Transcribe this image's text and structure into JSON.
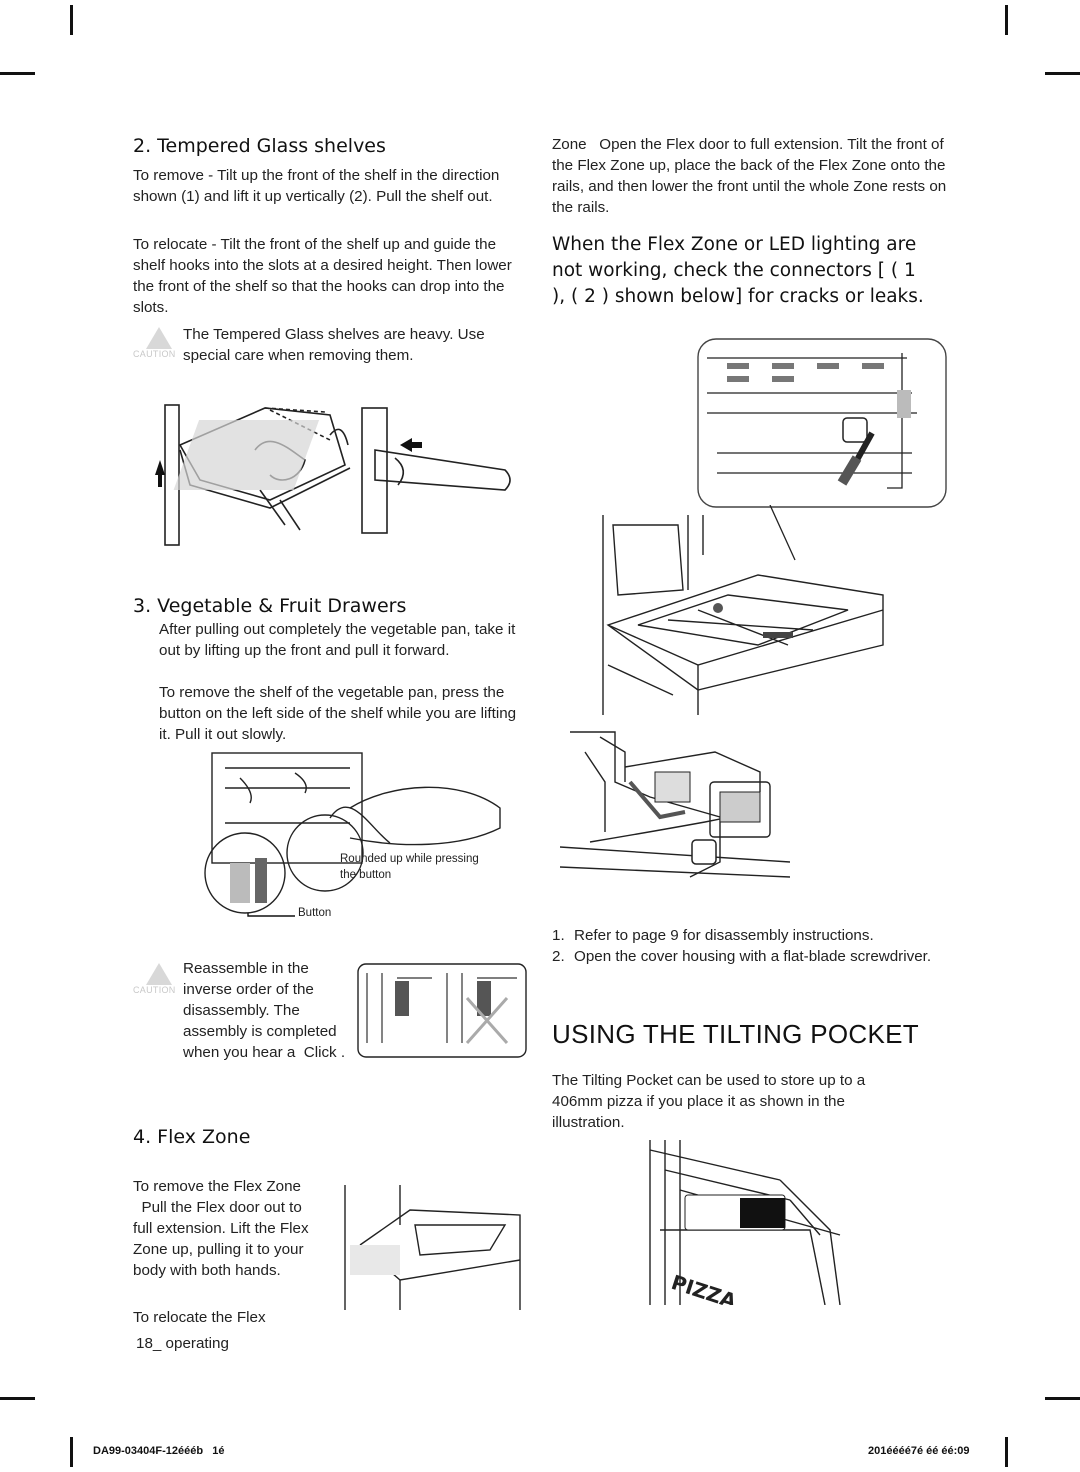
{
  "left": {
    "sec2_title": "2. Tempered Glass shelves",
    "sec2_p1": "To remove - Tilt up the front of the shelf in the direction shown (1) and lift it up vertically (2). Pull the shelf out.",
    "sec2_p2": "To relocate - Tilt the front of the shelf up and guide the shelf hooks into the slots at a desired height. Then lower the front of the shelf so that the hooks can drop into the slots.",
    "sec2_caution_label": "CAUTION",
    "sec2_caution_text": "The Tempered Glass shelves are heavy. Use special care when removing them.",
    "sec3_title": "3. Vegetable & Fruit Drawers",
    "sec3_p1": "After pulling out completely the vegetable pan, take it out by lifting up the front and pull it forward.",
    "sec3_p2": "To remove the shelf of the vegetable pan, press the button on the left side of the shelf while you are lifting it. Pull it out slowly.",
    "sec3_fig_label1": "Rounded up while pressing",
    "sec3_fig_label2": "the button",
    "sec3_fig_label3": "Button",
    "sec3_caution_label": "CAUTION",
    "sec3_caution_text": "Reassemble in the inverse order of the disassembly. The assembly is completed when you hear a  Click .",
    "sec4_title": "4. Flex Zone",
    "sec4_p1": "To remove the Flex Zone   Pull the Flex door out to full extension. Lift the Flex Zone up, pulling it to your body with both hands.",
    "sec4_p2": "To relocate the Flex",
    "page_label": "18_ operating"
  },
  "right": {
    "p_cont": "Zone   Open the Flex door to full extension. Tilt the front of the Flex Zone up, place the back of the Flex Zone onto the rails, and then lower the front until the whole Zone rests on the rails.",
    "led_heading": "When the Flex Zone or LED lighting are not working, check the connectors [ ( 1 ), ( 2 ) shown below] for cracks or leaks.",
    "steps": [
      {
        "n": "1.",
        "text": "Refer to page 9 for disassembly instructions."
      },
      {
        "n": "2.",
        "text": "Open the cover housing with a flat-blade screwdriver."
      }
    ],
    "tilt_title": "USING THE TILTING POCKET",
    "tilt_p": "The Tilting Pocket can be used to store up to a 406mm pizza if you place it as shown in the illustration.",
    "pizza_label": "PIZZA"
  },
  "footer": {
    "left": "DA99-03404F-12éééb   1é",
    "right": "201éééé7é éé éé:09"
  },
  "colors": {
    "text": "#222222",
    "caution": "#d8d8d8",
    "line": "#111111"
  }
}
